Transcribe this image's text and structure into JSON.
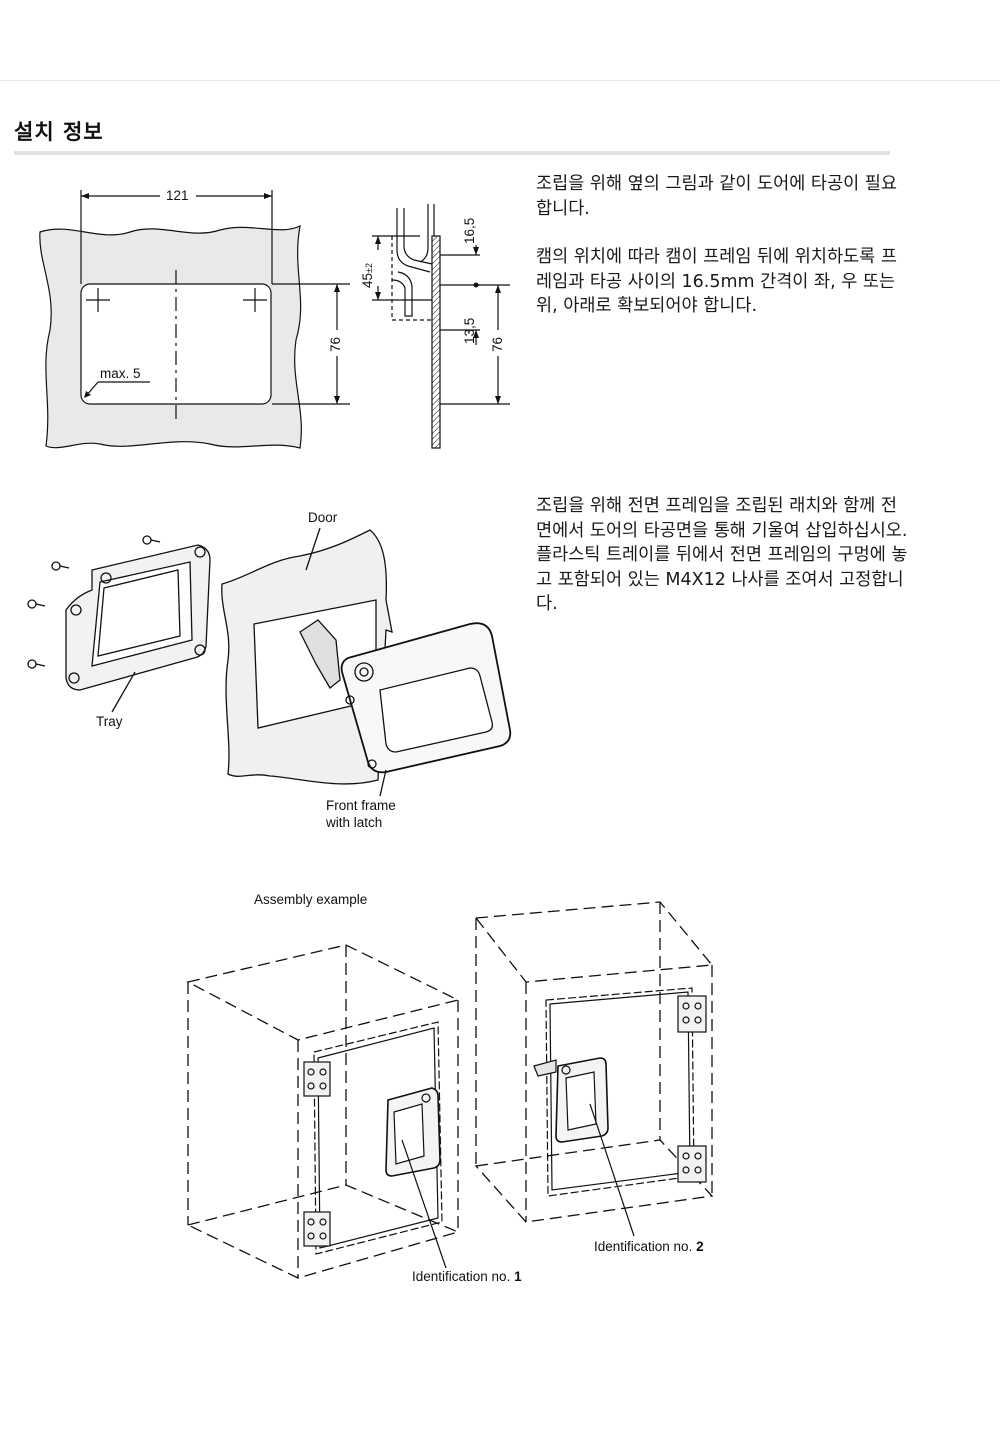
{
  "section": {
    "title": "설치 정보"
  },
  "text": {
    "block1_p1": "조립을 위해 옆의 그림과 같이 도어에 타공이 필요합니다.",
    "block1_p2": "캠의 위치에 따라 캠이 프레임 뒤에 위치하도록 프레임과 타공 사이의 16.5mm 간격이 좌, 우 또는 위, 아래로 확보되어야 합니다.",
    "block2_p1": "조립을 위해 전면 프레임을 조립된 래치와 함께 전면에서 도어의 타공면을 통해 기울여 삽입하십시오.",
    "block2_p2": "플라스틱 트레이를 뒤에서 전면 프레임의 구멍에 놓고 포함되어 있는 M4X12 나사를 조여서 고정합니다."
  },
  "cutout_drawing": {
    "width_dim": "121",
    "height_dim": "76",
    "corner_radius": "max. 5"
  },
  "section_drawing": {
    "dim_45": "45",
    "dim_45_tol": "±2",
    "dim_16_5": "16,5",
    "dim_13_5": "13,5",
    "dim_76": "76"
  },
  "exploded_view": {
    "door": "Door",
    "tray": "Tray",
    "front_frame_1": "Front frame",
    "front_frame_2": "with latch"
  },
  "assembly": {
    "title": "Assembly example",
    "id1_prefix": "Identification no. ",
    "id1_num": "1",
    "id2_prefix": "Identification no. ",
    "id2_num": "2"
  }
}
